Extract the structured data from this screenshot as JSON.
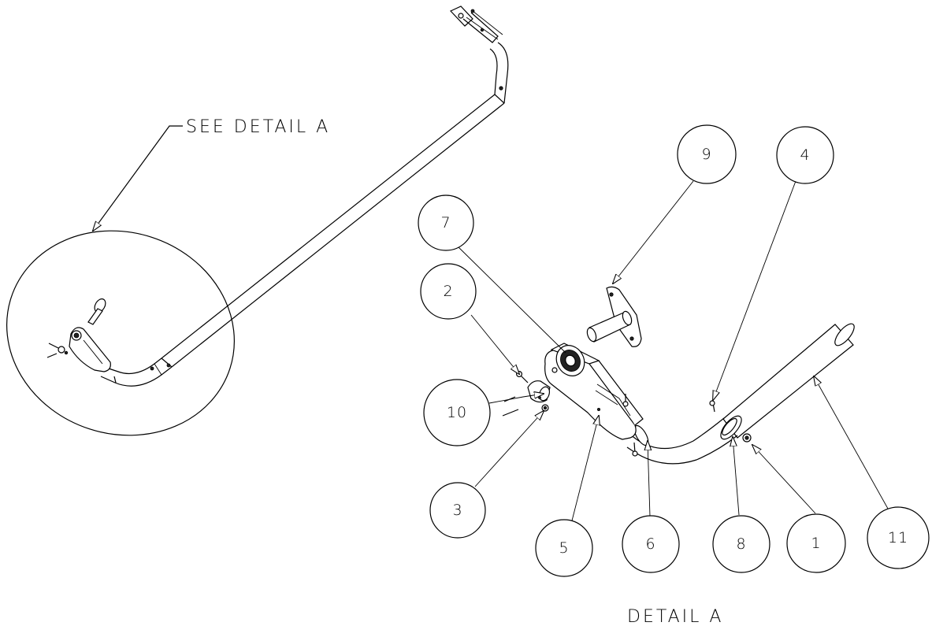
{
  "see_detail_label": "SEE DETAIL  A",
  "detail_title": "DETAIL  A",
  "callouts": [
    {
      "id": "1",
      "label": "1"
    },
    {
      "id": "2",
      "label": "2"
    },
    {
      "id": "3",
      "label": "3"
    },
    {
      "id": "4",
      "label": "4"
    },
    {
      "id": "5",
      "label": "5"
    },
    {
      "id": "6",
      "label": "6"
    },
    {
      "id": "7",
      "label": "7"
    },
    {
      "id": "8",
      "label": "8"
    },
    {
      "id": "9",
      "label": "9"
    },
    {
      "id": "10",
      "label": "10"
    },
    {
      "id": "11",
      "label": "11"
    }
  ]
}
